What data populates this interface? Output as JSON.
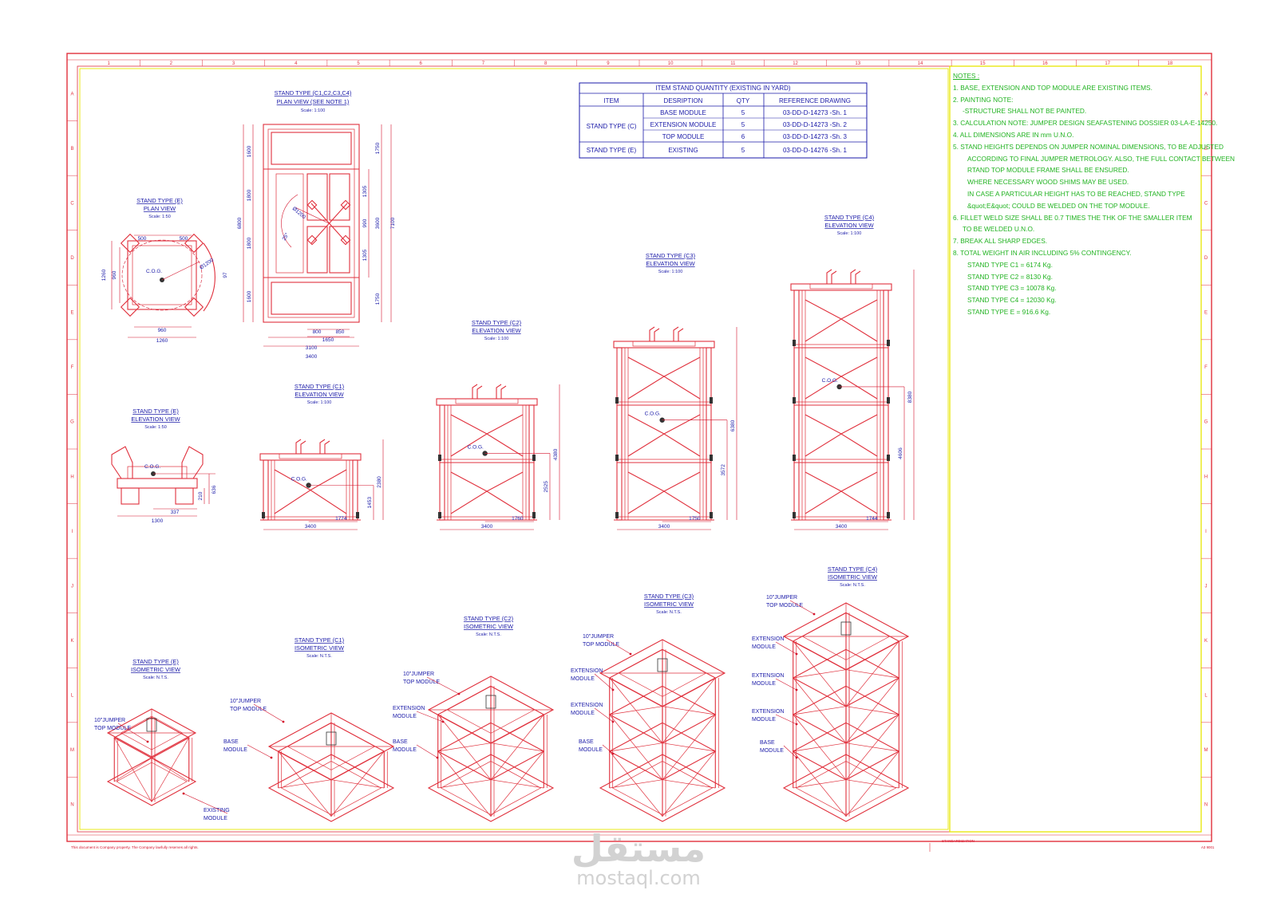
{
  "drawing": {
    "grid_cols": [
      "1",
      "2",
      "3",
      "4",
      "5",
      "6",
      "7",
      "8",
      "9",
      "10",
      "11",
      "12",
      "13",
      "14",
      "15",
      "16",
      "17",
      "18"
    ],
    "grid_rows": [
      "A",
      "B",
      "C",
      "D",
      "E",
      "F",
      "G",
      "H",
      "I",
      "J",
      "K",
      "L",
      "M",
      "N"
    ],
    "footer_left": "This document is Company property. The Company lawfully reserves all rights.",
    "footer_center": "STANDARDIZATION",
    "footer_right": "A3 9001"
  },
  "table": {
    "title": "ITEM STAND QUANTITY (EXISTING IN YARD)",
    "headers": [
      "ITEM",
      "DESRIPTION",
      "QTY",
      "REFERENCE DRAWING"
    ],
    "group_c": "STAND TYPE (C)",
    "group_e": "STAND TYPE (E)",
    "rows": [
      {
        "desc": "BASE MODULE",
        "qty": "5",
        "ref": "03-DD-D-14273 -Sh. 1"
      },
      {
        "desc": "EXTENSION MODULE",
        "qty": "5",
        "ref": "03-DD-D-14273 -Sh. 2"
      },
      {
        "desc": "TOP MODULE",
        "qty": "6",
        "ref": "03-DD-D-14273 -Sh. 3"
      },
      {
        "desc": "EXISTING",
        "qty": "5",
        "ref": "03-DD-D-14276 -Sh. 1"
      }
    ]
  },
  "notes": {
    "title": "NOTES :",
    "lines": [
      "1.  BASE, EXTENSION AND TOP MODULE ARE EXISTING ITEMS.",
      "2.  PAINTING NOTE:",
      "-STRUCTURE SHALL NOT BE PAINTED.",
      "3.  CALCULATION NOTE: JUMPER DESIGN SEAFASTENING DOSSIER 03-LA-E-14250.",
      "4.  ALL DIMENSIONS ARE IN mm U.N.O.",
      "5.  STAND HEIGHTS DEPENDS ON JUMPER NOMINAL DIMENSIONS, TO BE ADJUSTED",
      "ACCORDING TO FINAL JUMPER METROLOGY. ALSO, THE FULL CONTACT BETWEEN",
      "RTAND TOP MODULE FRAME SHALL BE ENSURED.",
      "WHERE NECESSARY WOOD SHIMS MAY BE USED.",
      "IN CASE A PARTICULAR HEIGHT HAS TO BE REACHED, STAND TYPE",
      "&quot;E&quot; COULD BE WELDED ON THE TOP MODULE.",
      "6.  FILLET WELD SIZE SHALL BE 0.7 TIMES THE THK OF THE SMALLER ITEM",
      "TO BE WELDED U.N.O.",
      "7.  BREAK ALL SHARP EDGES.",
      "8.  TOTAL WEIGHT IN AIR INCLUDING 5% CONTINGENCY.",
      "STAND TYPE   C1  =  6174 Kg.",
      "STAND TYPE   C2  =  8130 Kg.",
      "STAND TYPE   C3  =  10078 Kg.",
      "STAND TYPE   C4  =  12030 Kg.",
      "STAND TYPE   E  =  916.6 Kg."
    ]
  },
  "views": {
    "plan_c": {
      "title": "STAND TYPE  (C1,C2,C3,C4)",
      "sub": "PLAN VIEW  (SEE NOTE 1)",
      "scale": "Scale:   1:100"
    },
    "plan_e": {
      "title": "STAND TYPE  (E)",
      "sub": "PLAN VIEW",
      "scale": "Scale:   1:50"
    },
    "elev_e": {
      "title": "STAND TYPE  (E)",
      "sub": "ELEVATION VIEW",
      "scale": "Scale:   1:50"
    },
    "elev_c1": {
      "title": "STAND TYPE  (C1)",
      "sub": "ELEVATION VIEW",
      "scale": "Scale:   1:100"
    },
    "elev_c2": {
      "title": "STAND TYPE  (C2)",
      "sub": "ELEVATION VIEW",
      "scale": "Scale:   1:100"
    },
    "elev_c3": {
      "title": "STAND TYPE  (C3)",
      "sub": "ELEVATION VIEW",
      "scale": "Scale:   1:100"
    },
    "elev_c4": {
      "title": "STAND TYPE  (C4)",
      "sub": "ELEVATION VIEW",
      "scale": "Scale:   1:100"
    },
    "iso_e": {
      "title": "STAND TYPE  (E)",
      "sub": "ISOMETRIC VIEW",
      "scale": "Scale:   N.T.S."
    },
    "iso_c1": {
      "title": "STAND TYPE  (C1)",
      "sub": "ISOMETRIC VIEW",
      "scale": "Scale:   N.T.S."
    },
    "iso_c2": {
      "title": "STAND TYPE  (C2)",
      "sub": "ISOMETRIC VIEW",
      "scale": "Scale:   N.T.S."
    },
    "iso_c3": {
      "title": "STAND TYPE  (C3)",
      "sub": "ISOMETRIC VIEW",
      "scale": "Scale:   N.T.S."
    },
    "iso_c4": {
      "title": "STAND TYPE  (C4)",
      "sub": "ISOMETRIC VIEW",
      "scale": "Scale:   N.T.S."
    }
  },
  "labels": {
    "cog": "C.O.G.",
    "top_module_1": "10\"JUMPER",
    "top_module_2": "TOP MODULE",
    "ext_1": "EXTENSION",
    "ext_2": "MODULE",
    "base_1": "BASE",
    "base_2": "MODULE",
    "existing_1": "EXISTING",
    "existing_2": "MODULE"
  },
  "dims": {
    "plan_c": [
      "1600",
      "1800",
      "1800",
      "1600",
      "6800",
      "1750",
      "1305",
      "990",
      "1305",
      "1750",
      "3600",
      "7100",
      "800",
      "850",
      "1650",
      "3100",
      "3400",
      "Ø1200",
      "25°"
    ],
    "plan_e": [
      "500",
      "500",
      "1260",
      "960",
      "97",
      "960",
      "1260",
      "Ø1200"
    ],
    "elev_e": [
      "1300",
      "337",
      "210",
      "636"
    ],
    "elev_c1": [
      "3400",
      "1774",
      "1453",
      "2380"
    ],
    "elev_c2": [
      "3400",
      "1760",
      "2525",
      "4380"
    ],
    "elev_c3": [
      "3400",
      "1750",
      "3572",
      "6380"
    ],
    "elev_c4": [
      "3400",
      "1744",
      "4606",
      "8380"
    ]
  },
  "watermark": {
    "arabic": "مستقل",
    "latin": "mostaql.com"
  },
  "colors": {
    "line": "#e0303c",
    "text": "#1a1aa8",
    "notes": "#21b321",
    "border_yellow": "#e8e600",
    "dim": "#d4142c"
  }
}
